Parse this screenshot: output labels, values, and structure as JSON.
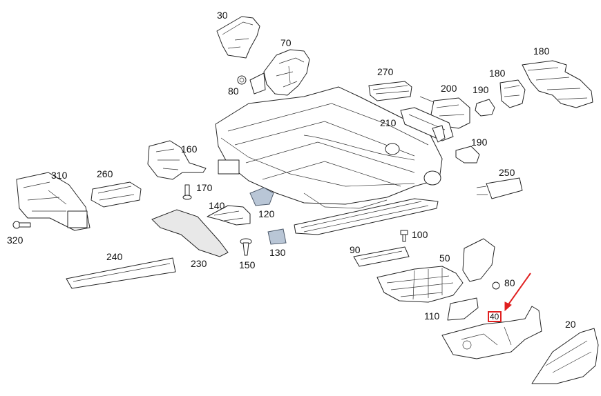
{
  "diagram": {
    "labels": [
      {
        "id": "30",
        "text": "30"
      },
      {
        "id": "70",
        "text": "70"
      },
      {
        "id": "80a",
        "text": "80"
      },
      {
        "id": "270",
        "text": "270"
      },
      {
        "id": "200",
        "text": "200"
      },
      {
        "id": "190a",
        "text": "190"
      },
      {
        "id": "180a",
        "text": "180"
      },
      {
        "id": "180b",
        "text": "180"
      },
      {
        "id": "210",
        "text": "210"
      },
      {
        "id": "190b",
        "text": "190"
      },
      {
        "id": "160",
        "text": "160"
      },
      {
        "id": "310",
        "text": "310"
      },
      {
        "id": "260",
        "text": "260"
      },
      {
        "id": "170",
        "text": "170"
      },
      {
        "id": "250",
        "text": "250"
      },
      {
        "id": "140",
        "text": "140"
      },
      {
        "id": "120",
        "text": "120"
      },
      {
        "id": "320",
        "text": "320"
      },
      {
        "id": "100",
        "text": "100"
      },
      {
        "id": "130",
        "text": "130"
      },
      {
        "id": "90",
        "text": "90"
      },
      {
        "id": "240",
        "text": "240"
      },
      {
        "id": "150",
        "text": "150"
      },
      {
        "id": "230",
        "text": "230"
      },
      {
        "id": "50",
        "text": "50"
      },
      {
        "id": "80b",
        "text": "80"
      },
      {
        "id": "110",
        "text": "110"
      },
      {
        "id": "40",
        "text": "40"
      },
      {
        "id": "20",
        "text": "20"
      }
    ],
    "highlight": {
      "part": "40",
      "box_color": "#e02020",
      "arrow_color": "#e02020"
    }
  }
}
